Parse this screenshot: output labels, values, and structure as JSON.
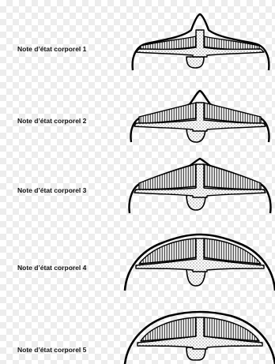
{
  "rows": [
    {
      "label": "Note d’état corporel 1",
      "score": 1
    },
    {
      "label": "Note d’état corporel 2",
      "score": 2
    },
    {
      "label": "Note d’état corporel 3",
      "score": 3
    },
    {
      "label": "Note d’état corporel 4",
      "score": 4
    },
    {
      "label": "Note d’état corporel 5",
      "score": 5
    }
  ]
}
